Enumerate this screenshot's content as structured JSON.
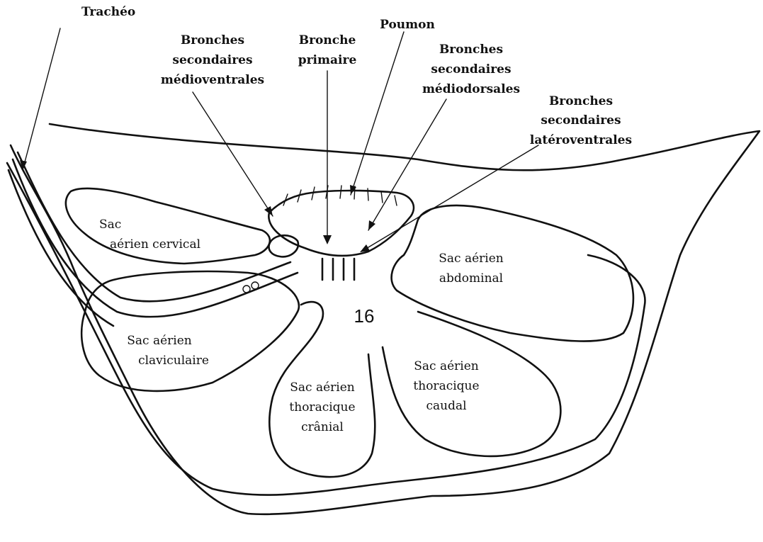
{
  "figure_number": "16",
  "labels": {
    "trachee": "Trachéo",
    "bronches_mv": [
      "Bronches",
      "secondaires",
      "médioventrales"
    ],
    "bronche_primaire": [
      "Bronche",
      "primaire"
    ],
    "poumon": "Poumon",
    "bronches_md": [
      "Bronches",
      "secondaires",
      "médiodorsales"
    ],
    "bronches_lv": [
      "Bronches",
      "secondaires",
      "latéroventrales"
    ],
    "sac_cervical": [
      "Sac",
      "aérien cervical"
    ],
    "sac_abdominal": [
      "Sac aérien",
      "abdominal"
    ],
    "sac_claviculaire": [
      "Sac aérien",
      "claviculaire"
    ],
    "sac_thoracique_cranial": [
      "Sac aérien",
      "thoracique",
      "crânial"
    ],
    "sac_thoracique_caudal": [
      "Sac aérien",
      "thoracique",
      "caudal"
    ]
  }
}
